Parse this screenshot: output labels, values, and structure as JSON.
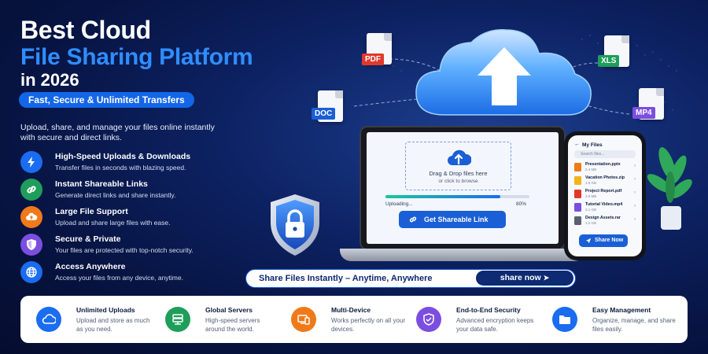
{
  "headline": {
    "line1": "Best Cloud",
    "line2": "File Sharing Platform",
    "line3": "in 2026",
    "pill": "Fast, Secure & Unlimited Transfers",
    "description": "Upload, share, and manage your files online instantly with secure and direct links."
  },
  "features": [
    {
      "title": "High-Speed Uploads & Downloads",
      "desc": "Transfer files in seconds with blazing speed.",
      "icon": "lightning-icon",
      "color": "#1a6cf0"
    },
    {
      "title": "Instant Shareable Links",
      "desc": "Generate direct links and share instantly.",
      "icon": "link-icon",
      "color": "#1e9e5a"
    },
    {
      "title": "Large File Support",
      "desc": "Upload and share large files with ease.",
      "icon": "cloud-upload-icon",
      "color": "#f07a1a"
    },
    {
      "title": "Secure & Private",
      "desc": "Your files are protected with top-notch security.",
      "icon": "shield-icon",
      "color": "#7b4ee0"
    },
    {
      "title": "Access Anywhere",
      "desc": "Access your files from any device, anytime.",
      "icon": "globe-icon",
      "color": "#1a6cf0"
    }
  ],
  "floating_files": {
    "pdf": "PDF",
    "doc": "DOC",
    "xls": "XLS",
    "mp4": "MP4"
  },
  "laptop": {
    "dropzone_title": "Drag & Drop files here",
    "dropzone_sub": "or click to browse",
    "progress_label": "Uploading...",
    "progress_percent_text": "80%",
    "progress_value": 0.8,
    "button": "Get Shareable Link"
  },
  "phone": {
    "title": "My Files",
    "search_placeholder": "Search files...",
    "files": [
      {
        "name": "Presentation.pptx",
        "size": "2.4 MB",
        "color": "#f07a1a"
      },
      {
        "name": "Vacation Photos.zip",
        "size": "1.5 GB",
        "color": "#f0b41a"
      },
      {
        "name": "Project Report.pdf",
        "size": "3.6 MB",
        "color": "#e0392b"
      },
      {
        "name": "Tutorial Video.mp4",
        "size": "2.1 GB",
        "color": "#7b4ee0"
      },
      {
        "name": "Design Assets.rar",
        "size": "1.2 GB",
        "color": "#5a6070"
      }
    ],
    "button": "Share Now"
  },
  "share_strip": {
    "text": "Share Files Instantly – Anytime, Anywhere",
    "button": "share now"
  },
  "bottom_features": [
    {
      "title": "Unlimited Uploads",
      "desc": "Upload and store as much as you need.",
      "icon": "cloud-icon",
      "color": "#1a6cf0"
    },
    {
      "title": "Global Servers",
      "desc": "High-speed servers around the world.",
      "icon": "server-icon",
      "color": "#1e9e5a"
    },
    {
      "title": "Multi-Device",
      "desc": "Works perfectly on all your devices.",
      "icon": "devices-icon",
      "color": "#f07a1a"
    },
    {
      "title": "End-to-End Security",
      "desc": "Advanced encryption keeps your data safe.",
      "icon": "shield-check-icon",
      "color": "#7b4ee0"
    },
    {
      "title": "Easy Management",
      "desc": "Organize, manage, and share files easily.",
      "icon": "folder-icon",
      "color": "#1a6cf0"
    }
  ]
}
